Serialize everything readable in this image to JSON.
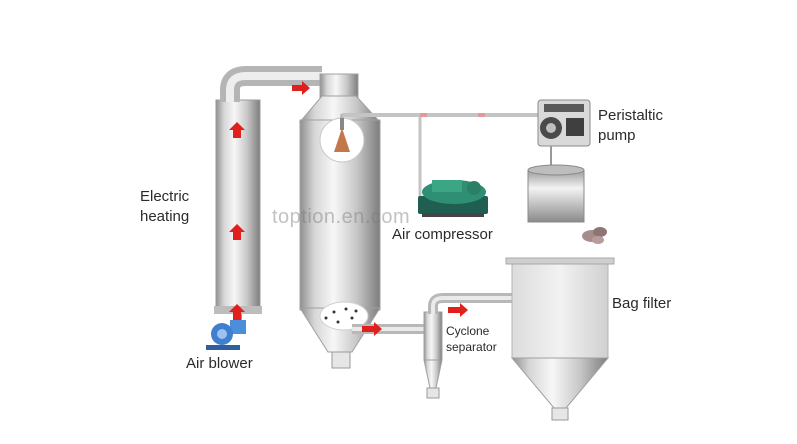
{
  "labels": {
    "electric_heating": "Electric\nheating",
    "air_blower": "Air blower",
    "peristaltic_pump": "Peristaltic\npump",
    "air_compressor": "Air compressor",
    "bag_filter": "Bag filter",
    "cyclone_separator": "Cyclone\nseparator"
  },
  "watermark": "toption.en.com",
  "colors": {
    "flow_arrow": "#e0201c",
    "steel_light": "#f4f4f4",
    "steel_dark": "#8f8f8f",
    "blower_blue": "#3f7fd0",
    "compressor_teal": "#2e8f74"
  }
}
